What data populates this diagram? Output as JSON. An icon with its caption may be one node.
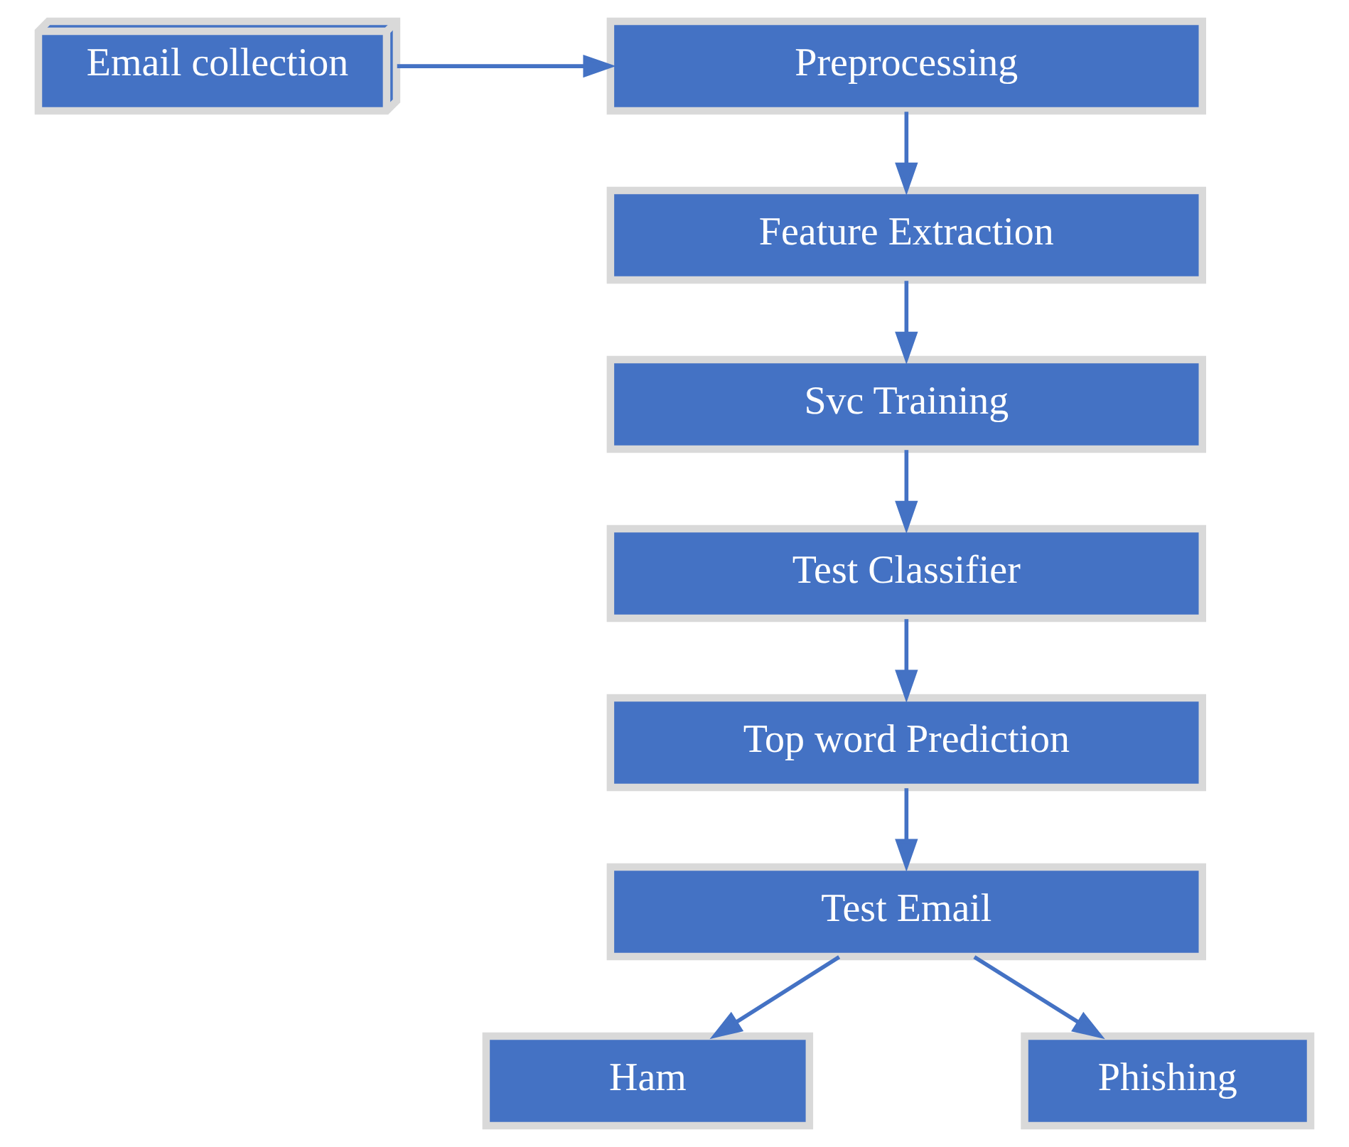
{
  "diagram": {
    "nodes": [
      {
        "text": [
          "Email collection"
        ]
      },
      {
        "text": [
          "Preprocessing"
        ]
      },
      {
        "text": [
          "Feature Extraction"
        ]
      },
      {
        "text": [
          "Svc Training"
        ]
      },
      {
        "text": [
          "Test Classifier"
        ]
      },
      {
        "text": [
          "Top word Prediction"
        ]
      },
      {
        "text": [
          "Test Email"
        ]
      },
      {
        "text": [
          "Ham"
        ]
      },
      {
        "text": [
          "Phishing"
        ]
      }
    ],
    "edges": [
      {
        "from": 0,
        "to": 1,
        "arrow": "to"
      },
      {
        "from": 1,
        "to": 2,
        "arrow": "to"
      },
      {
        "from": 2,
        "to": 3,
        "arrow": "to"
      },
      {
        "from": 3,
        "to": 4,
        "arrow": "to"
      },
      {
        "from": 4,
        "to": 5,
        "arrow": "to"
      },
      {
        "from": 5,
        "to": 6,
        "arrow": "to"
      },
      {
        "from": 6,
        "to": 7,
        "arrow": "to"
      },
      {
        "from": 6,
        "to": 8,
        "arrow": "to"
      }
    ]
  }
}
